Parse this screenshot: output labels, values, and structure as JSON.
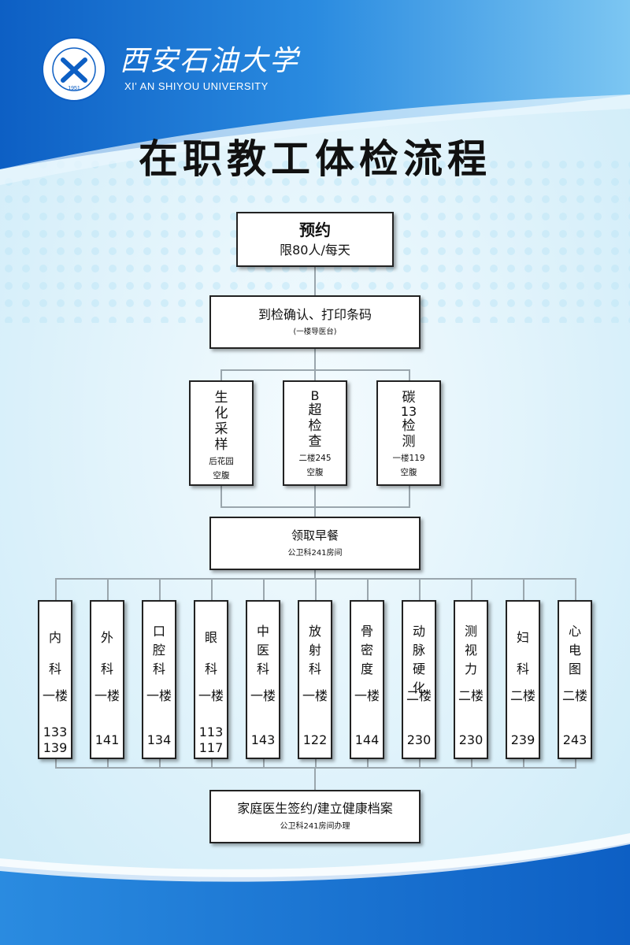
{
  "colors": {
    "header_blue": "#1f78d1",
    "panel_light": "#e4f6fd",
    "dot_blue": "#bfe6f7",
    "box_border": "#222222",
    "connector": "#9aa6ad"
  },
  "header": {
    "logo_text": "西安石油大学",
    "logo_year": "1951",
    "university_cn": "西安石油大学",
    "university_en": "XI' AN SHIYOU UNIVERSITY"
  },
  "title": "在职教工体检流程",
  "steps": {
    "appointment": {
      "title": "预约",
      "note": "限80人/每天"
    },
    "checkin": {
      "title": "到检确认、打印条码",
      "note": "(一楼导医台)"
    },
    "fasting_checks": [
      {
        "name_chars": [
          "生",
          "化",
          "采",
          "样"
        ],
        "location": "后花园",
        "note": "空腹"
      },
      {
        "name_chars": [
          "B",
          "超",
          "检",
          "查"
        ],
        "location": "二楼245",
        "note": "空腹"
      },
      {
        "name_chars": [
          "碳",
          "13",
          "检",
          "测"
        ],
        "location": "一楼119",
        "note": "空腹"
      }
    ],
    "breakfast": {
      "title": "领取早餐",
      "note": "公卫科241房间"
    },
    "departments": [
      {
        "name_chars": [
          "内",
          "科"
        ],
        "floor": "一楼",
        "rooms": [
          "133",
          "139"
        ]
      },
      {
        "name_chars": [
          "外",
          "科"
        ],
        "floor": "一楼",
        "rooms": [
          "141"
        ]
      },
      {
        "name_chars": [
          "口",
          "腔",
          "科"
        ],
        "floor": "一楼",
        "rooms": [
          "134"
        ]
      },
      {
        "name_chars": [
          "眼",
          "科"
        ],
        "floor": "一楼",
        "rooms": [
          "113",
          "117"
        ]
      },
      {
        "name_chars": [
          "中",
          "医",
          "科"
        ],
        "floor": "一楼",
        "rooms": [
          "143"
        ]
      },
      {
        "name_chars": [
          "放",
          "射",
          "科"
        ],
        "floor": "一楼",
        "rooms": [
          "122"
        ]
      },
      {
        "name_chars": [
          "骨",
          "密",
          "度"
        ],
        "floor": "一楼",
        "rooms": [
          "144"
        ]
      },
      {
        "name_chars": [
          "动",
          "脉",
          "硬",
          "化"
        ],
        "floor": "二楼",
        "rooms": [
          "230"
        ]
      },
      {
        "name_chars": [
          "测",
          "视",
          "力"
        ],
        "floor": "二楼",
        "rooms": [
          "230"
        ]
      },
      {
        "name_chars": [
          "妇",
          "科"
        ],
        "floor": "二楼",
        "rooms": [
          "239"
        ]
      },
      {
        "name_chars": [
          "心",
          "电",
          "图"
        ],
        "floor": "二楼",
        "rooms": [
          "243"
        ]
      }
    ],
    "family_doctor": {
      "title": "家庭医生签约/建立健康档案",
      "note": "公卫科241房间办理"
    }
  }
}
